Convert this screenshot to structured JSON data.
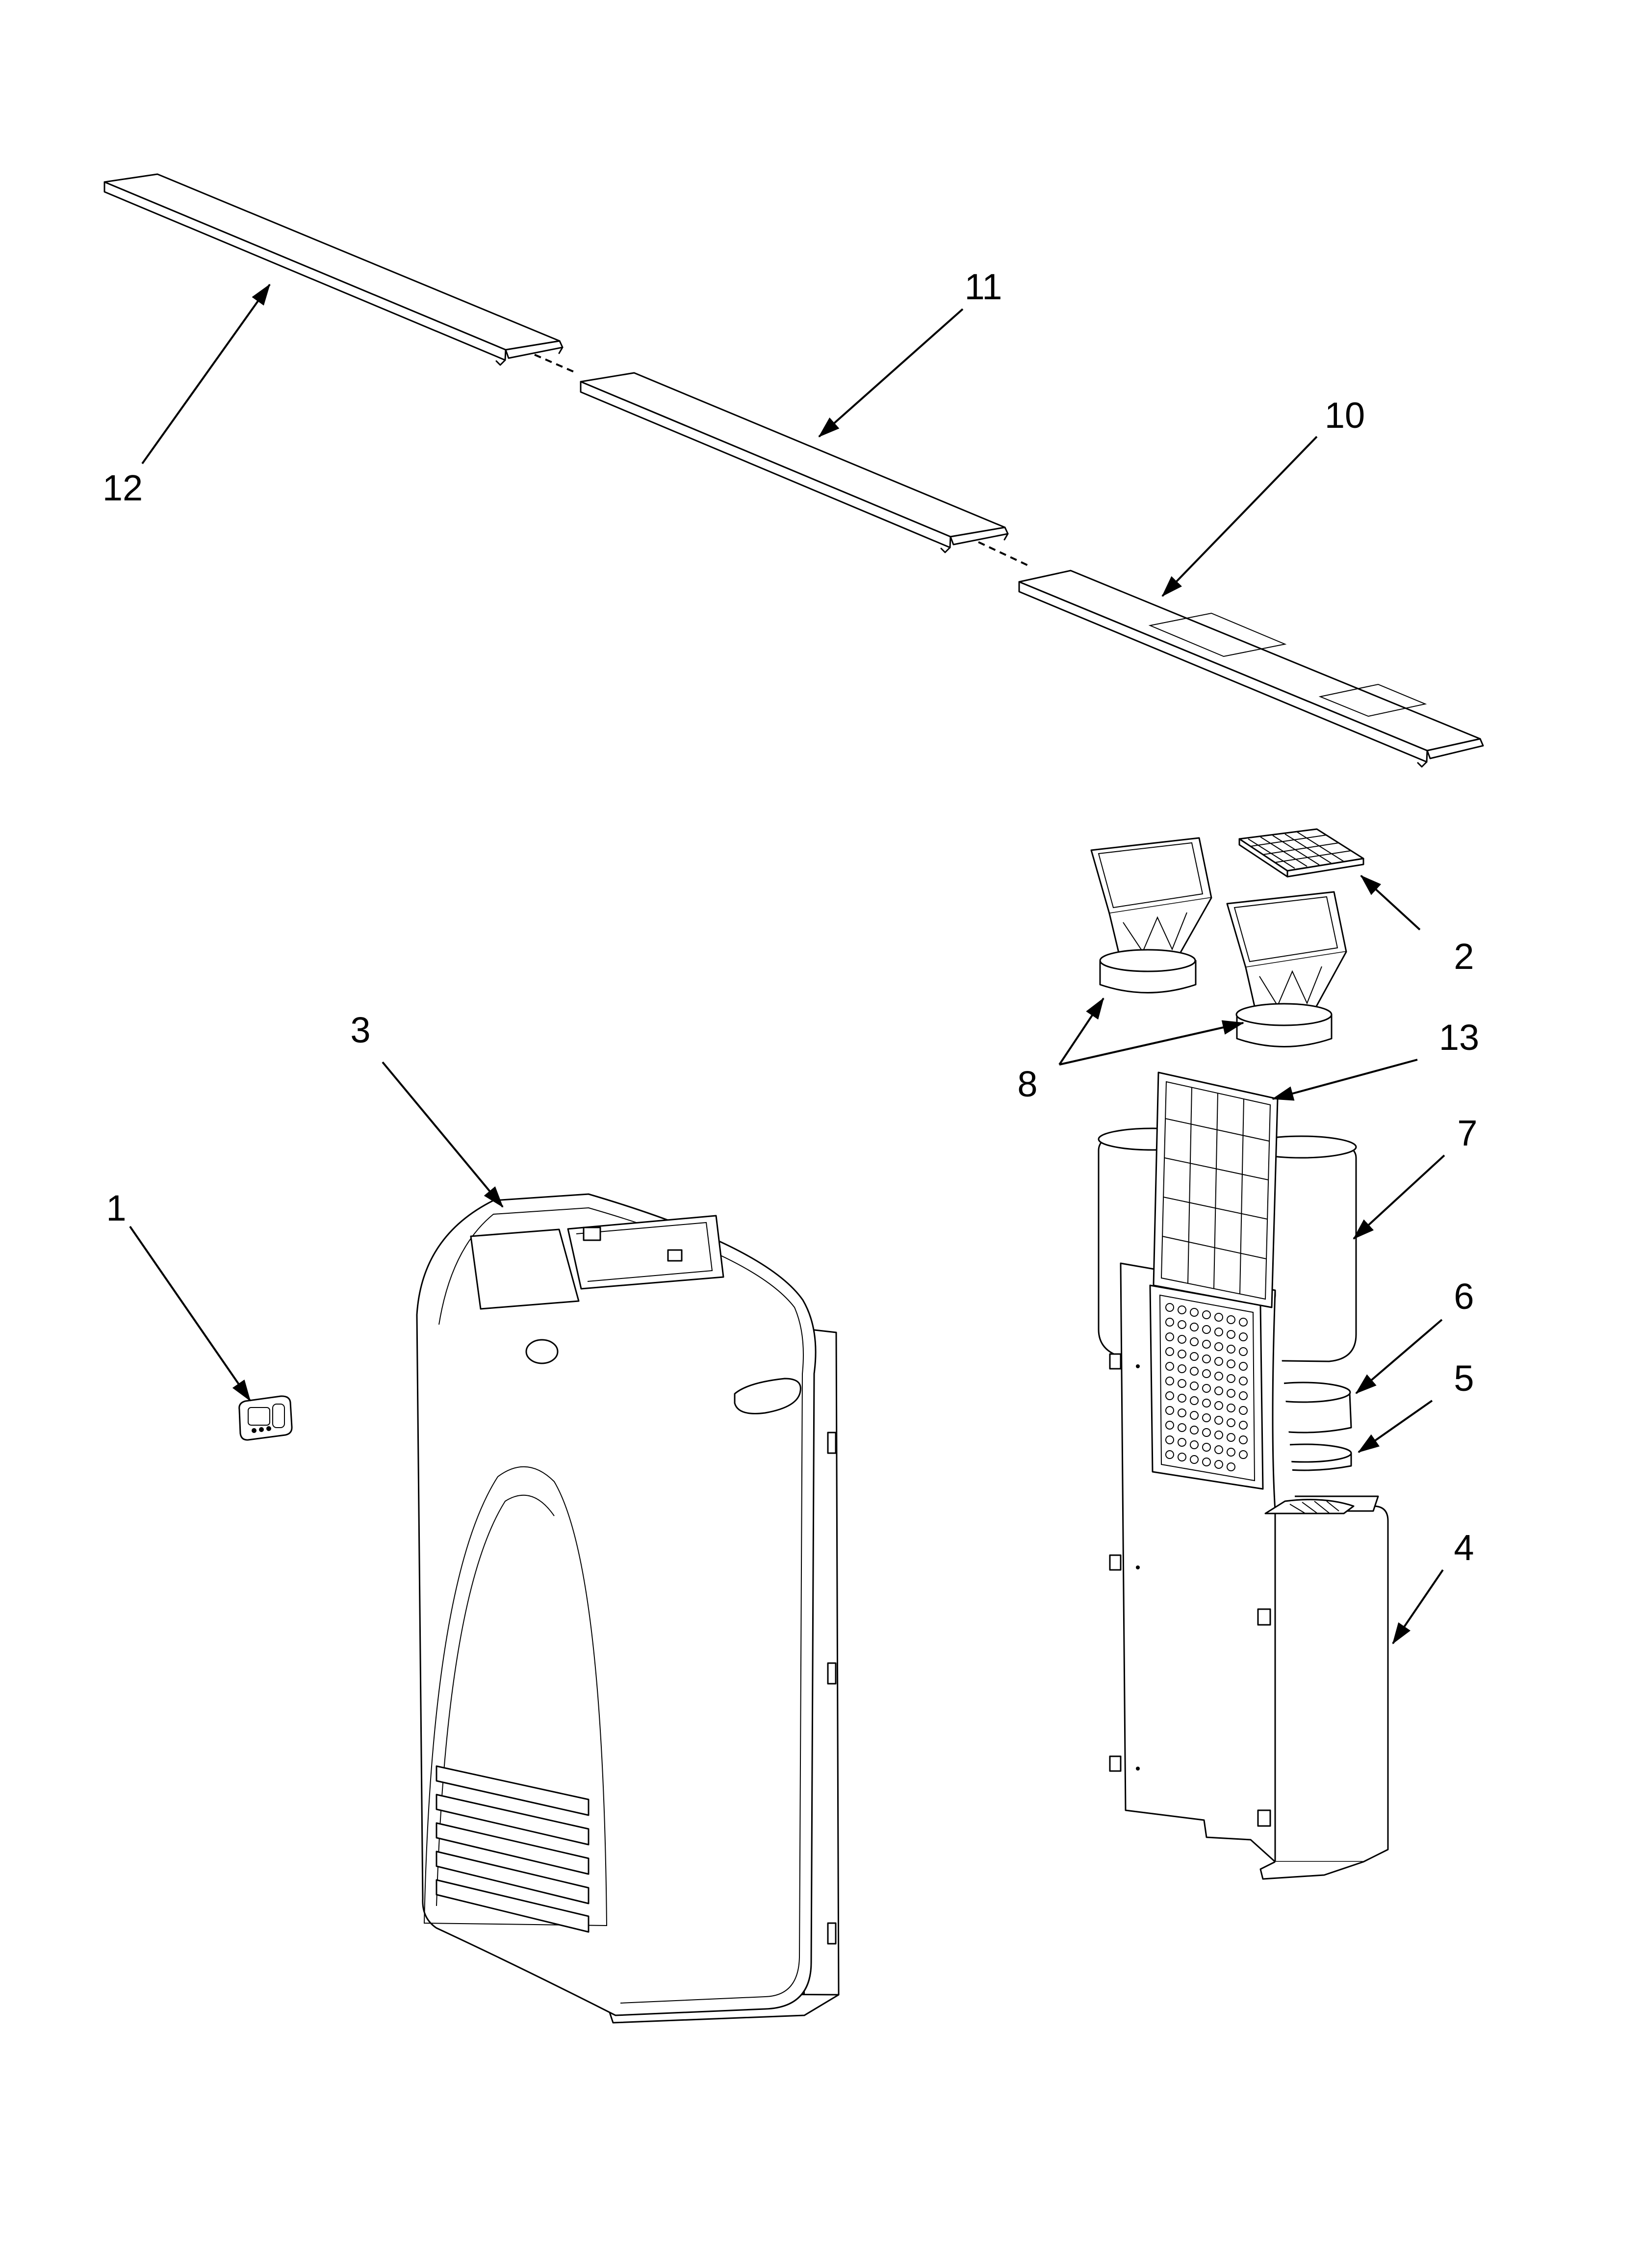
{
  "callouts": [
    {
      "id": "1",
      "label": "1"
    },
    {
      "id": "2",
      "label": "2"
    },
    {
      "id": "3",
      "label": "3"
    },
    {
      "id": "4",
      "label": "4"
    },
    {
      "id": "5",
      "label": "5"
    },
    {
      "id": "6",
      "label": "6"
    },
    {
      "id": "7",
      "label": "7"
    },
    {
      "id": "8",
      "label": "8"
    },
    {
      "id": "10",
      "label": "10"
    },
    {
      "id": "11",
      "label": "11"
    },
    {
      "id": "12",
      "label": "12"
    },
    {
      "id": "13",
      "label": "13"
    }
  ]
}
